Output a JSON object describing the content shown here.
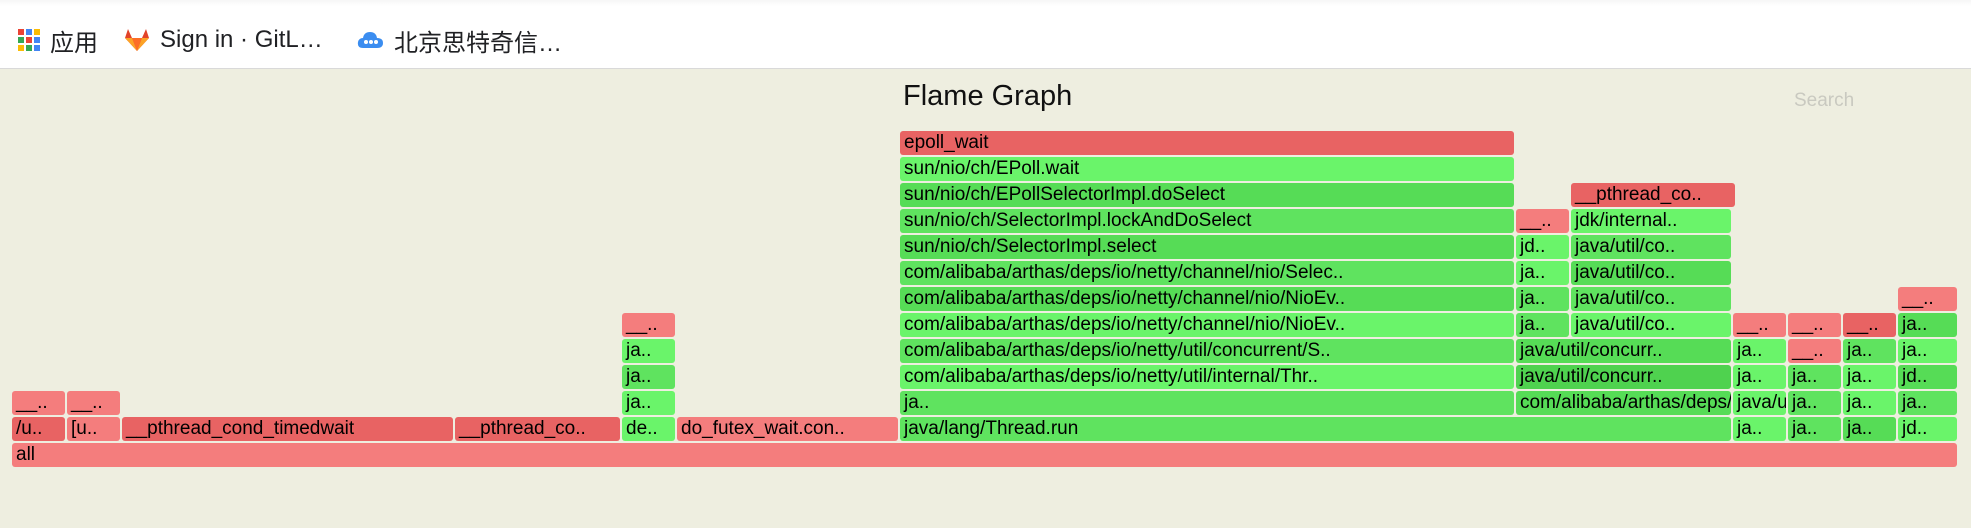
{
  "bookmarks": {
    "apps": {
      "label": "应用",
      "icon": "apps-grid-icon"
    },
    "gitlab": {
      "label": "Sign in · GitL…",
      "icon": "gitlab-icon"
    },
    "cloud": {
      "label": "北京思特奇信…",
      "icon": "cloud-icon"
    }
  },
  "flamegraph": {
    "title": "Flame Graph",
    "search_label": "Search",
    "colors": {
      "page_background": "#eeeee0",
      "java_green": "#5fe35f",
      "native_red": "#ec6a6a"
    }
  },
  "frames": [
    {
      "label": "all"
    },
    {
      "label": "/u.."
    },
    {
      "label": "[u.."
    },
    {
      "label": "__pthread_cond_timedwait"
    },
    {
      "label": "__pthread_co.."
    },
    {
      "label": "de.."
    },
    {
      "label": "do_futex_wait.con.."
    },
    {
      "label": "java/lang/Thread.run"
    },
    {
      "label": "ja.."
    },
    {
      "label": "ja.."
    },
    {
      "label": "ja.."
    },
    {
      "label": "jd.."
    },
    {
      "label": "__.."
    },
    {
      "label": "__.."
    },
    {
      "label": "ja.."
    },
    {
      "label": "ja.."
    },
    {
      "label": "com/alibaba/arthas/deps/io/netty/util/concurrent/F.."
    },
    {
      "label": "java/util/concurr.."
    },
    {
      "label": "ja.."
    },
    {
      "label": "ja.."
    },
    {
      "label": "ja.."
    },
    {
      "label": "ja.."
    },
    {
      "label": "com/alibaba/arthas/deps/io/netty/util/internal/Thr.."
    },
    {
      "label": "java/util/concurr.."
    },
    {
      "label": "ja.."
    },
    {
      "label": "ja.."
    },
    {
      "label": "ja.."
    },
    {
      "label": "jd.."
    },
    {
      "label": "ja.."
    },
    {
      "label": "com/alibaba/arthas/deps/io/netty/util/concurrent/S.."
    },
    {
      "label": "java/util/concurr.."
    },
    {
      "label": "ja.."
    },
    {
      "label": "__.."
    },
    {
      "label": "ja.."
    },
    {
      "label": "ja.."
    },
    {
      "label": "__.."
    },
    {
      "label": "com/alibaba/arthas/deps/io/netty/channel/nio/NioEv.."
    },
    {
      "label": "ja.."
    },
    {
      "label": "java/util/co.."
    },
    {
      "label": "__.."
    },
    {
      "label": "__.."
    },
    {
      "label": "ja.."
    },
    {
      "label": "__.."
    },
    {
      "label": "com/alibaba/arthas/deps/io/netty/channel/nio/NioEv.."
    },
    {
      "label": "ja.."
    },
    {
      "label": "java/util/co.."
    },
    {
      "label": "__.."
    },
    {
      "label": "com/alibaba/arthas/deps/io/netty/channel/nio/Selec.."
    },
    {
      "label": "ja.."
    },
    {
      "label": "java/util/co.."
    },
    {
      "label": "sun/nio/ch/SelectorImpl.select"
    },
    {
      "label": "jd.."
    },
    {
      "label": "java/util/co.."
    },
    {
      "label": "sun/nio/ch/SelectorImpl.lockAndDoSelect"
    },
    {
      "label": "__.."
    },
    {
      "label": "jdk/internal.."
    },
    {
      "label": "sun/nio/ch/EPollSelectorImpl.doSelect"
    },
    {
      "label": "__pthread_co.."
    },
    {
      "label": "sun/nio/ch/EPoll.wait"
    },
    {
      "label": "epoll_wait"
    }
  ]
}
